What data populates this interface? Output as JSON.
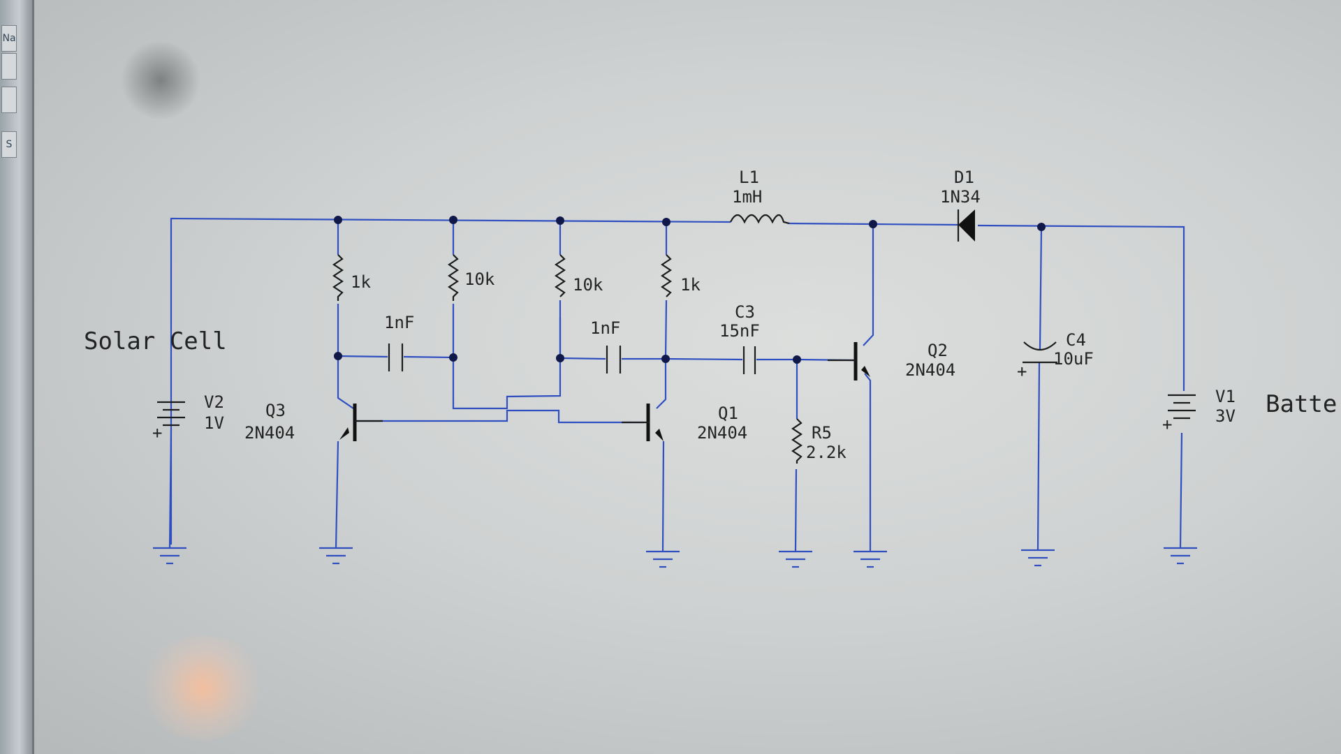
{
  "sidebar": {
    "tools": [
      "Na",
      "",
      "",
      "S"
    ]
  },
  "labels": {
    "solar_cell": "Solar Cell",
    "battery": "Batte"
  },
  "components": {
    "L1": {
      "ref": "L1",
      "value": "1mH"
    },
    "D1": {
      "ref": "D1",
      "value": "1N34"
    },
    "R_a": {
      "value": "1k"
    },
    "R_b": {
      "value": "10k"
    },
    "R_c": {
      "value": "10k"
    },
    "R_d": {
      "value": "1k"
    },
    "C_a": {
      "value": "1nF"
    },
    "C_b": {
      "value": "1nF"
    },
    "C3": {
      "ref": "C3",
      "value": "15nF"
    },
    "C4": {
      "ref": "C4",
      "value": "10uF"
    },
    "R5": {
      "ref": "R5",
      "value": "2.2k"
    },
    "Q1": {
      "ref": "Q1",
      "value": "2N404"
    },
    "Q2": {
      "ref": "Q2",
      "value": "2N404"
    },
    "Q3": {
      "ref": "Q3",
      "value": "2N404"
    },
    "V1": {
      "ref": "V1",
      "value": "3V"
    },
    "V2": {
      "ref": "V2",
      "value": "1V"
    }
  },
  "colors": {
    "wire": "#2f4fc0",
    "component": "#1b1b1b",
    "background": "#d8dada"
  }
}
